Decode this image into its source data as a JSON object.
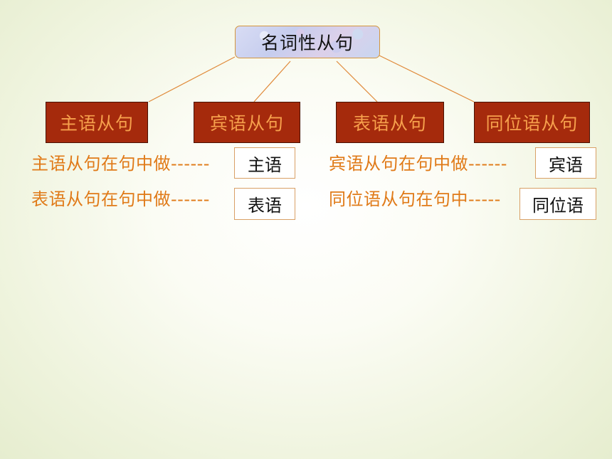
{
  "diagram": {
    "root": {
      "label": "名词性从句"
    },
    "children": [
      {
        "label": "主语从句"
      },
      {
        "label": "宾语从句"
      },
      {
        "label": "表语从句"
      },
      {
        "label": "同位语从句"
      }
    ]
  },
  "statements": [
    {
      "text": "主语从句在句中做------",
      "answer": "主语"
    },
    {
      "text": "宾语从句在句中做------",
      "answer": "宾语"
    },
    {
      "text": "表语从句在句中做------",
      "answer": "表语"
    },
    {
      "text": "同位语从句在句中-----",
      "answer": "同位语"
    }
  ],
  "colors": {
    "connector": "#e08a3a",
    "child_fill": "#a52a0c",
    "child_text": "#f6a04c",
    "statement_text": "#e07a18",
    "answer_border": "#d9a066"
  }
}
